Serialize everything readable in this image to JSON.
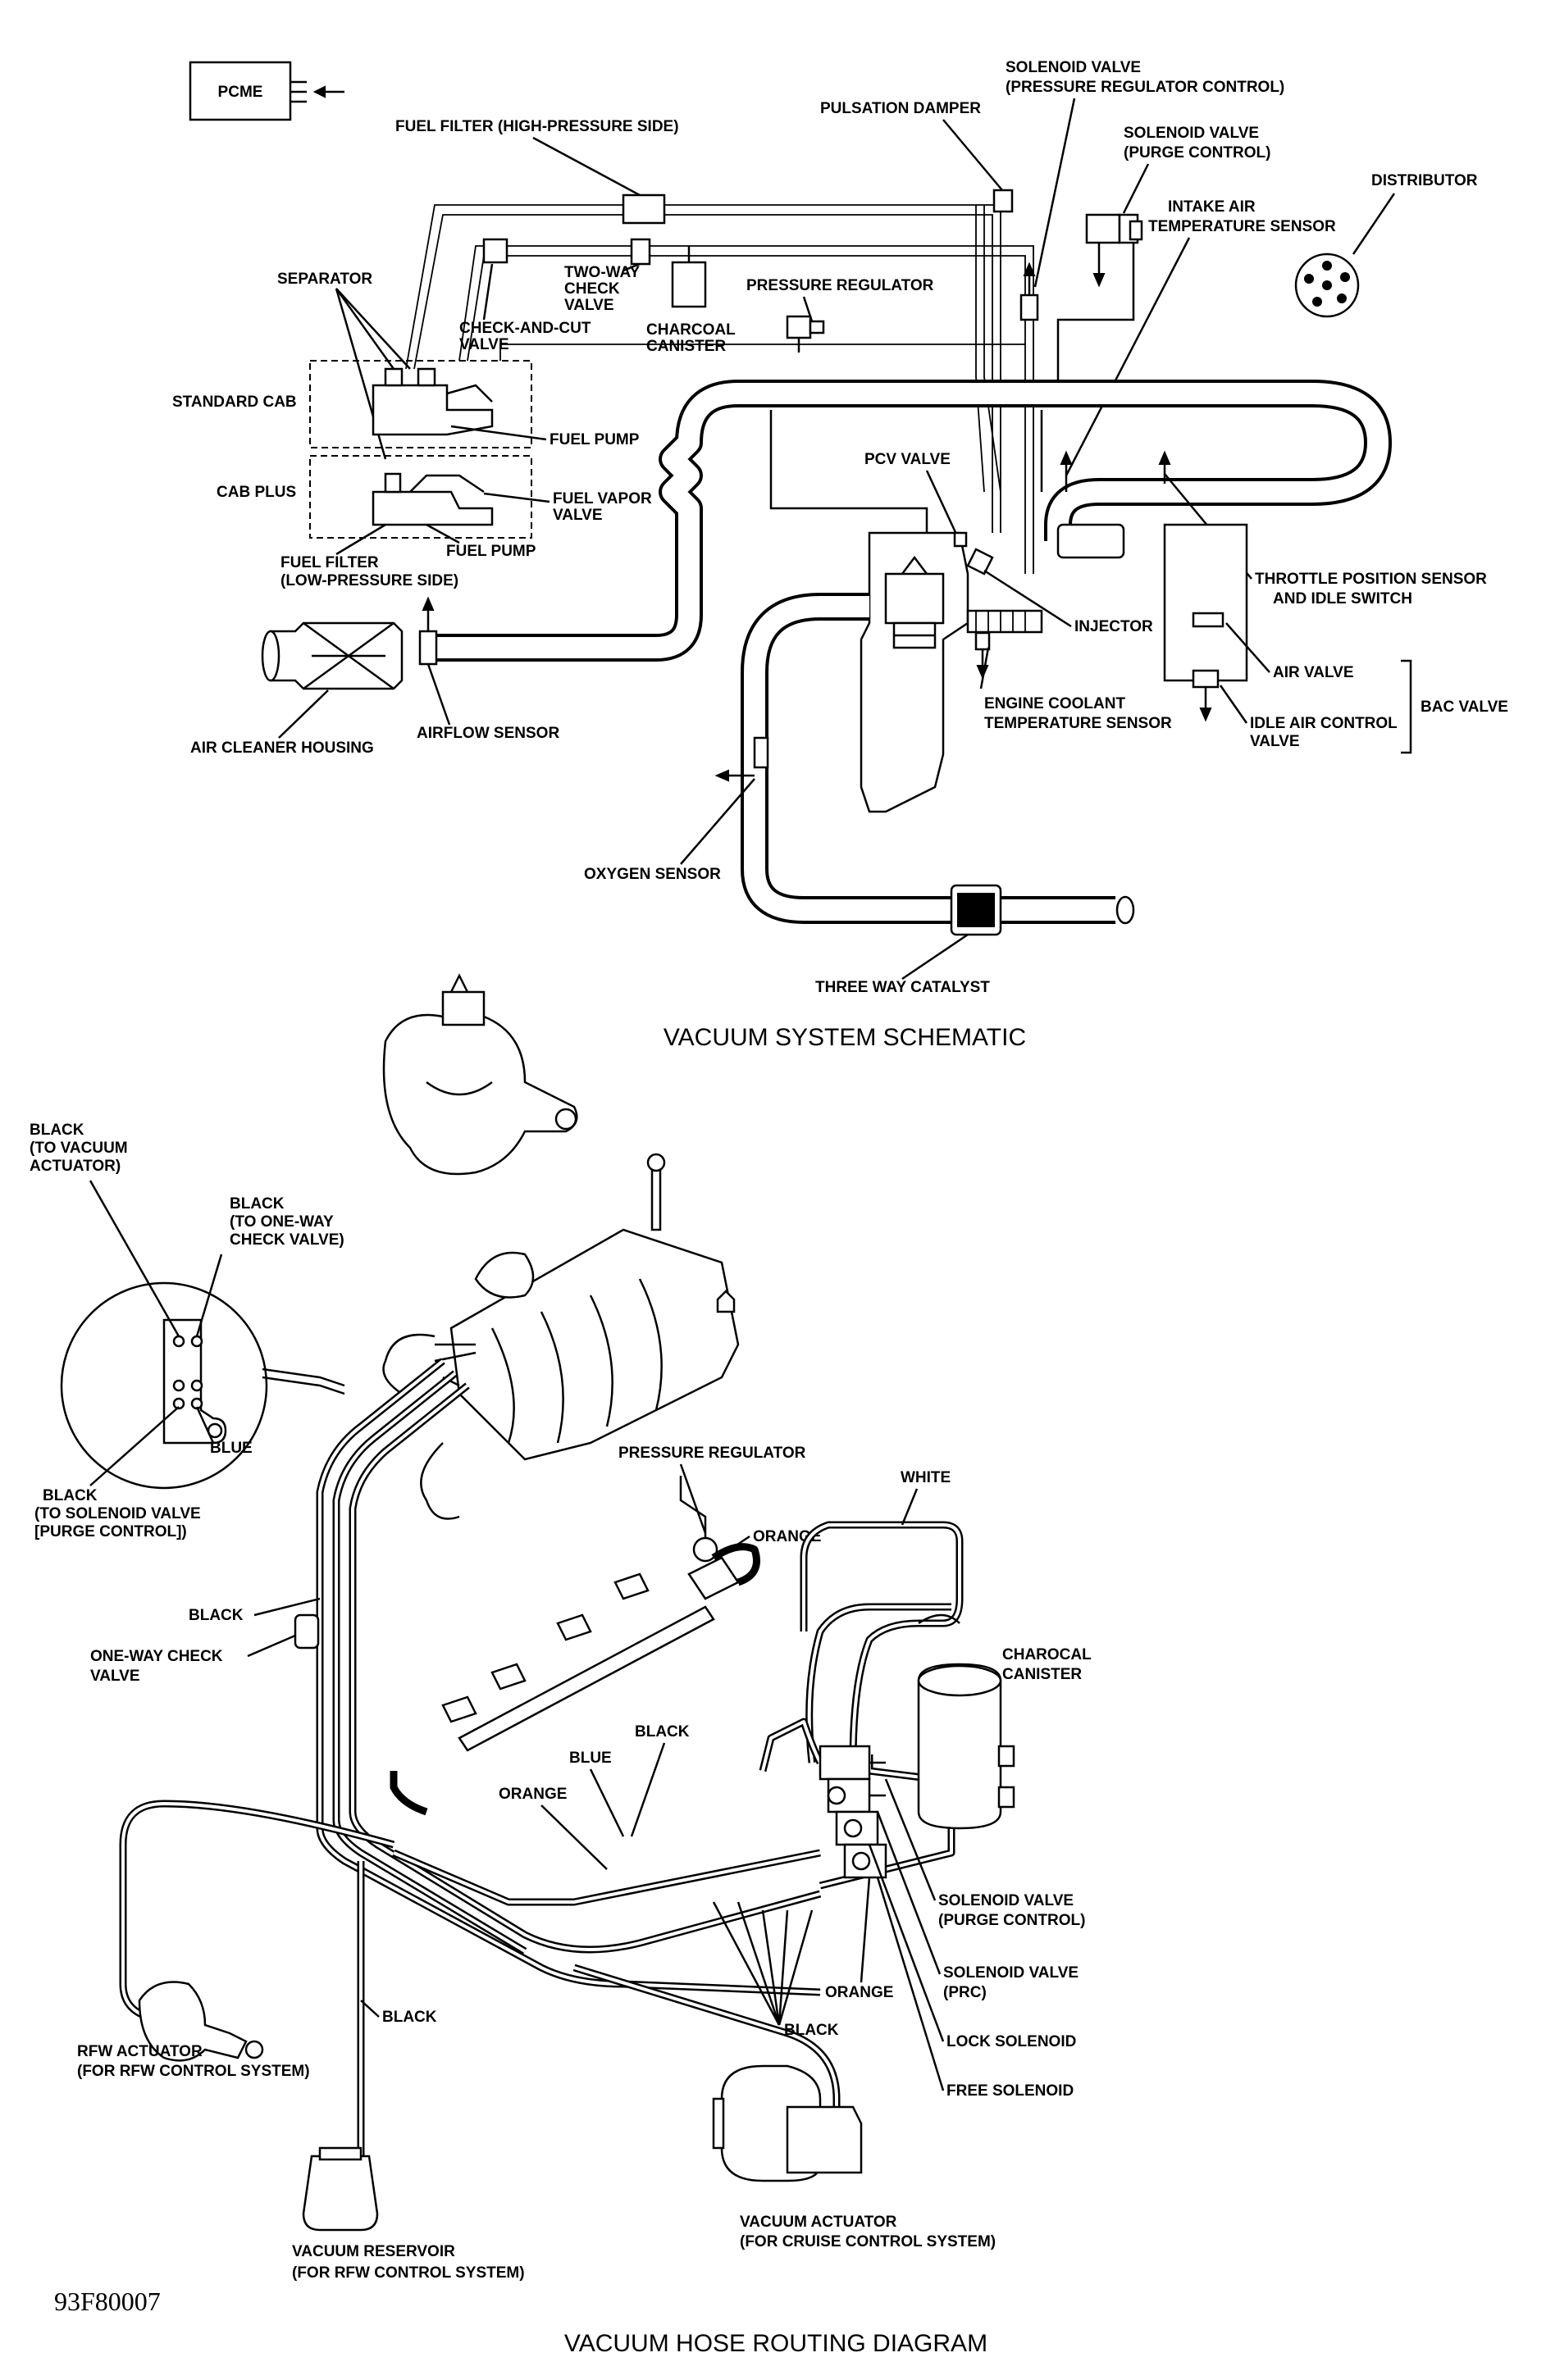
{
  "schematic": {
    "title": "VACUUM SYSTEM SCHEMATIC",
    "pcme": "PCME",
    "labels": {
      "solenoid_prc_1": "SOLENOID VALVE",
      "solenoid_prc_2": "(PRESSURE REGULATOR CONTROL)",
      "pulsation_damper": "PULSATION DAMPER",
      "fuel_filter_hp": "FUEL FILTER (HIGH-PRESSURE SIDE)",
      "solenoid_purge_1": "SOLENOID VALVE",
      "solenoid_purge_2": "(PURGE CONTROL)",
      "intake_air_1": "INTAKE AIR",
      "intake_air_2": "TEMPERATURE SENSOR",
      "distributor": "DISTRIBUTOR",
      "separator": "SEPARATOR",
      "two_way_1": "TWO-WAY",
      "two_way_2": "CHECK",
      "two_way_3": "VALVE",
      "check_cut_1": "CHECK-AND-CUT",
      "check_cut_2": "VALVE",
      "charcoal_1": "CHARCOAL",
      "charcoal_2": "CANISTER",
      "pressure_regulator": "PRESSURE REGULATOR",
      "standard_cab": "STANDARD CAB",
      "fuel_pump_1": "FUEL PUMP",
      "cab_plus": "CAB PLUS",
      "fuel_vapor_1": "FUEL VAPOR",
      "fuel_vapor_2": "VALVE",
      "fuel_pump_2": "FUEL PUMP",
      "fuel_filter_lp_1": "FUEL FILTER",
      "fuel_filter_lp_2": "(LOW-PRESSURE SIDE)",
      "pcv_valve": "PCV VALVE",
      "throttle_1": "THROTTLE POSITION SENSOR",
      "throttle_2": "AND IDLE SWITCH",
      "injector": "INJECTOR",
      "air_valve": "AIR VALVE",
      "bac_valve": "BAC VALVE",
      "coolant_1": "ENGINE COOLANT",
      "coolant_2": "TEMPERATURE SENSOR",
      "idle_air_1": "IDLE AIR CONTROL",
      "idle_air_2": "VALVE",
      "air_cleaner": "AIR CLEANER HOUSING",
      "airflow": "AIRFLOW SENSOR",
      "oxygen": "OXYGEN SENSOR",
      "catalyst": "THREE WAY CATALYST"
    }
  },
  "routing": {
    "title": "VACUUM HOSE ROUTING DIAGRAM",
    "figure_code": "93F80007",
    "labels": {
      "black_vac_1": "BLACK",
      "black_vac_2": "(TO VACUUM",
      "black_vac_3": "ACTUATOR)",
      "black_ow_1": "BLACK",
      "black_ow_2": "(TO ONE-WAY",
      "black_ow_3": "CHECK VALVE)",
      "blue_detail": "BLUE",
      "black_sol_1": "BLACK",
      "black_sol_2": "(TO SOLENOID VALVE",
      "black_sol_3": "[PURGE CONTROL])",
      "pressure_regulator": "PRESSURE REGULATOR",
      "white": "WHITE",
      "orange_1": "ORANGE",
      "black_1": "BLACK",
      "one_way_1": "ONE-WAY CHECK",
      "one_way_2": "VALVE",
      "charcoal_1": "CHAROCAL",
      "charcoal_2": "CANISTER",
      "black_2": "BLACK",
      "blue": "BLUE",
      "orange_2": "ORANGE",
      "sol_purge_1": "SOLENOID VALVE",
      "sol_purge_2": "(PURGE CONTROL)",
      "sol_prc_1": "SOLENOID VALVE",
      "sol_prc_2": "(PRC)",
      "orange_3": "ORANGE",
      "black_3": "BLACK",
      "lock_sol": "LOCK SOLENOID",
      "free_sol": "FREE SOLENOID",
      "black_4": "BLACK",
      "rfw_act_1": "RFW ACTUATOR",
      "rfw_act_2": "(FOR RFW CONTROL SYSTEM)",
      "vac_act_1": "VACUUM ACTUATOR",
      "vac_act_2": "(FOR CRUISE CONTROL SYSTEM)",
      "vac_res_1": "VACUUM RESERVOIR",
      "vac_res_2": "(FOR RFW CONTROL SYSTEM)"
    }
  }
}
